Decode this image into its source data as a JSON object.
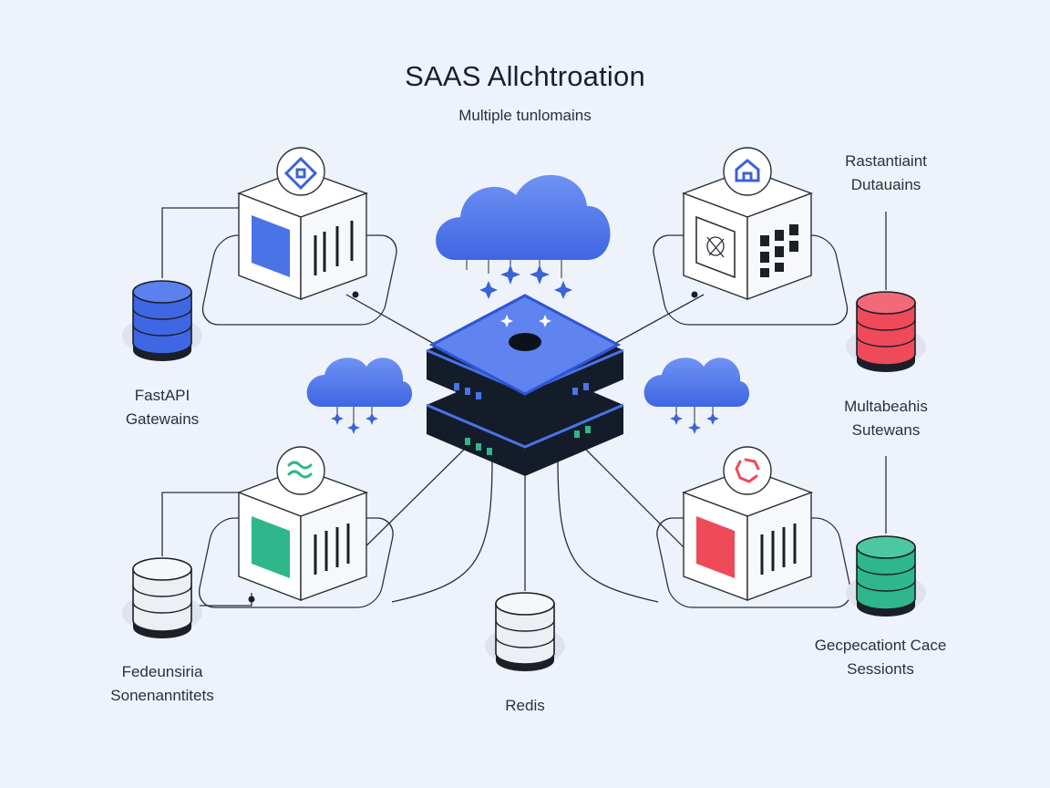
{
  "title": "SAAS Allchtroation",
  "subtitle": "Multiple tunlomains",
  "labels": {
    "top_right": [
      "Rastantiaint",
      "Dutauains"
    ],
    "mid_left": [
      "FastAPI",
      "Gatewains"
    ],
    "mid_right": [
      "Multabeahis",
      "Sutewans"
    ],
    "bottom_left": [
      "Fedeunsiria",
      "Sonenanntitets"
    ],
    "bottom_center": "Redis",
    "bottom_right": [
      "Gecpecationt Cace",
      "Sessionts"
    ]
  },
  "colors": {
    "background": "#eef3fb",
    "accent_blue": "#4a73e8",
    "accent_green": "#2fb68a",
    "accent_red": "#ee4a5a",
    "server_dark": "#121a26",
    "line": "#2b2f37"
  },
  "icons": {
    "top_left_module": "puzzle-icon",
    "top_right_module": "home-icon",
    "bottom_left_module": "wave-icon",
    "bottom_right_module": "refresh-icon"
  }
}
